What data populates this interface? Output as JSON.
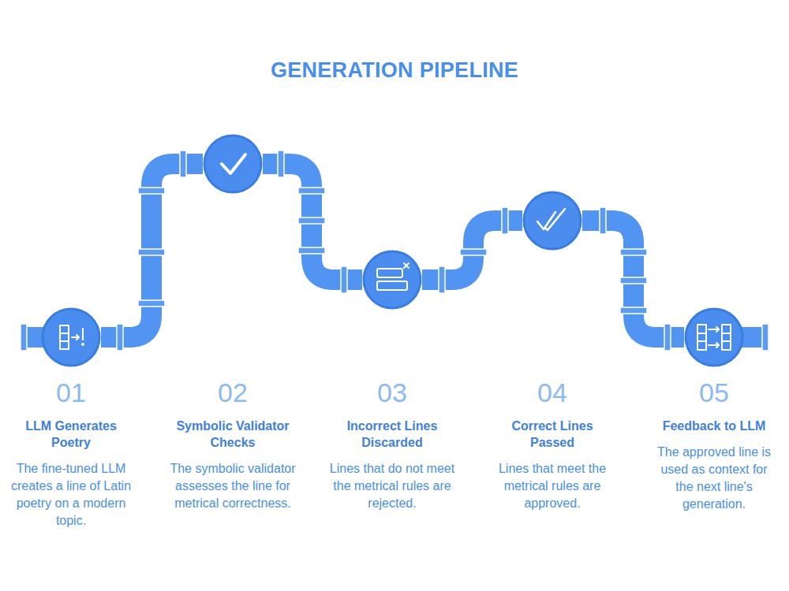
{
  "diagram": {
    "title": "GENERATION PIPELINE",
    "nodes": [
      {
        "text": [
          "01",
          "LLM Generates Poetry",
          "The fine-tuned LLM creates a line of Latin poetry on a modern topic."
        ]
      },
      {
        "text": [
          "02",
          "Symbolic Validator Checks",
          "The symbolic validator assesses the line for metrical correctness."
        ]
      },
      {
        "text": [
          "03",
          "Incorrect Lines Discarded",
          "Lines that do not meet the metrical rules are rejected."
        ]
      },
      {
        "text": [
          "04",
          "Correct Lines Passed",
          "Lines that meet the metrical rules are approved."
        ]
      },
      {
        "text": [
          "05",
          "Feedback to LLM",
          "The approved line is used as context for the next line's generation."
        ]
      }
    ],
    "edges": [
      {
        "from": 0,
        "to": 1,
        "arrow": "none"
      },
      {
        "from": 1,
        "to": 2,
        "arrow": "none"
      },
      {
        "from": 2,
        "to": 3,
        "arrow": "none"
      },
      {
        "from": 3,
        "to": 4,
        "arrow": "none"
      }
    ]
  }
}
